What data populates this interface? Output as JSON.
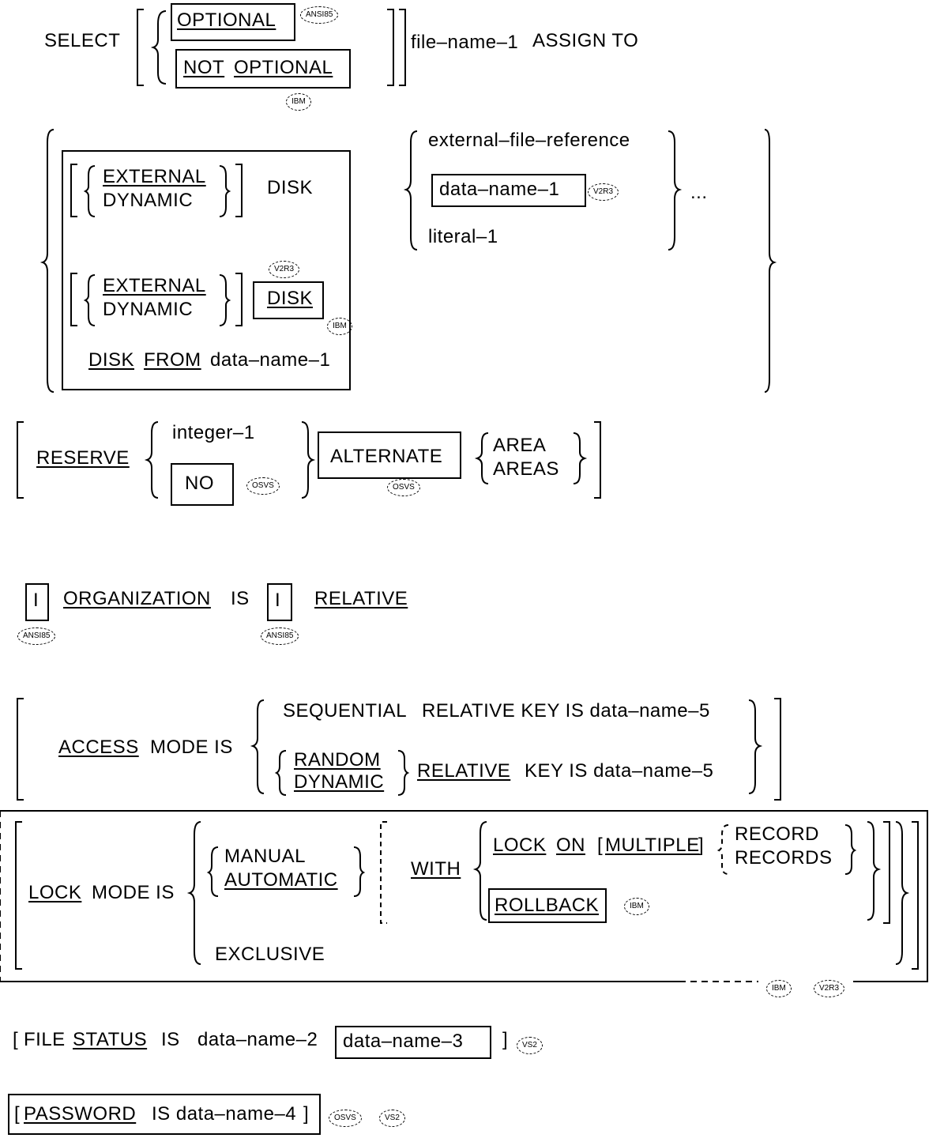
{
  "select": {
    "keyword": "SELECT",
    "optional": "OPTIONAL",
    "not_optional_1": "NOT",
    "not_optional_2": "OPTIONAL",
    "file_name": "file–name–1",
    "assign_to": "ASSIGN TO"
  },
  "assign": {
    "external": "EXTERNAL",
    "dynamic": "DYNAMIC",
    "disk": "DISK",
    "disk_from": "DISK",
    "from": "FROM",
    "data_name_1": "data–name–1",
    "external_file_reference": "external–file–reference",
    "literal_1": "literal–1",
    "ellipsis": "..."
  },
  "reserve": {
    "keyword": "RESERVE",
    "integer": "integer–1",
    "no": "NO",
    "alternate": "ALTERNATE",
    "area": "AREA",
    "areas": "AREAS"
  },
  "organization": {
    "marker_1": "I",
    "keyword": "ORGANIZATION",
    "is": "IS",
    "marker_2": "I",
    "relative": "RELATIVE"
  },
  "access": {
    "access": "ACCESS",
    "mode_is": "MODE IS",
    "sequential": "SEQUENTIAL",
    "relative_key_1": "RELATIVE KEY IS data–name–5",
    "random": "RANDOM",
    "dynamic": "DYNAMIC",
    "relative": "RELATIVE",
    "key_is": "KEY IS data–name–5"
  },
  "lock": {
    "lock": "LOCK",
    "mode_is": "MODE IS",
    "manual": "MANUAL",
    "automatic": "AUTOMATIC",
    "exclusive": "EXCLUSIVE",
    "with": "WITH",
    "lock_kw": "LOCK",
    "on": "ON",
    "multiple": "MULTIPLE",
    "record": "RECORD",
    "records": "RECORDS",
    "rollback": "ROLLBACK"
  },
  "file_status": {
    "file": "FILE",
    "status": "STATUS",
    "is": "IS",
    "data_name_2": "data–name–2",
    "data_name_3": "data–name–3"
  },
  "password": {
    "password": "PASSWORD",
    "is_data": "IS data–name–4"
  }
}
